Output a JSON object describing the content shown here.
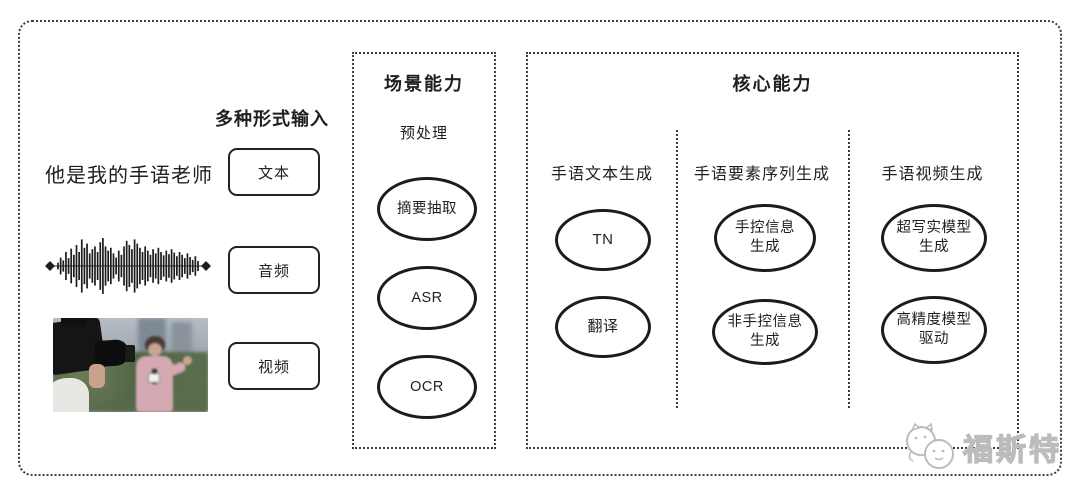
{
  "colors": {
    "ink": "#1f1f1f",
    "border_dotted": "#3c3c3c",
    "ellipse_stroke": "#1c1c1c",
    "watermark_gray": "#bcbcbc",
    "background": "#ffffff"
  },
  "input_section": {
    "heading": "多种形式输入",
    "sample_text": "他是我的手语老师",
    "items": [
      {
        "label": "文本"
      },
      {
        "label": "音频"
      },
      {
        "label": "视频"
      }
    ],
    "waveform_icon": "audio-waveform",
    "waveform_bars": [
      0.12,
      0.3,
      0.2,
      0.5,
      0.28,
      0.62,
      0.4,
      0.75,
      0.5,
      0.95,
      0.65,
      0.8,
      0.45,
      0.6,
      0.7,
      0.5,
      0.85,
      1.0,
      0.7,
      0.55,
      0.65,
      0.45,
      0.3,
      0.55,
      0.4,
      0.7,
      0.9,
      0.75,
      0.6,
      0.95,
      0.8,
      0.65,
      0.5,
      0.7,
      0.55,
      0.4,
      0.6,
      0.45,
      0.65,
      0.5,
      0.38,
      0.55,
      0.42,
      0.6,
      0.48,
      0.35,
      0.5,
      0.4,
      0.28,
      0.45,
      0.32,
      0.22,
      0.35,
      0.18
    ],
    "video_icon": "news-reporter-video-thumbnail"
  },
  "scene_box": {
    "title": "场景能力",
    "subtitle": "预处理",
    "nodes": [
      {
        "label": "摘要抽取"
      },
      {
        "label": "ASR"
      },
      {
        "label": "OCR"
      }
    ]
  },
  "core_box": {
    "title": "核心能力",
    "columns": [
      {
        "label": "手语文本生成",
        "nodes": [
          {
            "line1": "TN",
            "line2": ""
          },
          {
            "line1": "翻译",
            "line2": ""
          }
        ]
      },
      {
        "label": "手语要素序列生成",
        "nodes": [
          {
            "line1": "手控信息",
            "line2": "生成"
          },
          {
            "line1": "非手控信息",
            "line2": "生成"
          }
        ]
      },
      {
        "label": "手语视频生成",
        "nodes": [
          {
            "line1": "超写实模型",
            "line2": "生成"
          },
          {
            "line1": "高精度模型",
            "line2": "驱动"
          }
        ]
      }
    ]
  },
  "watermark": {
    "text": "福斯特",
    "icon": "mascot-icon"
  }
}
